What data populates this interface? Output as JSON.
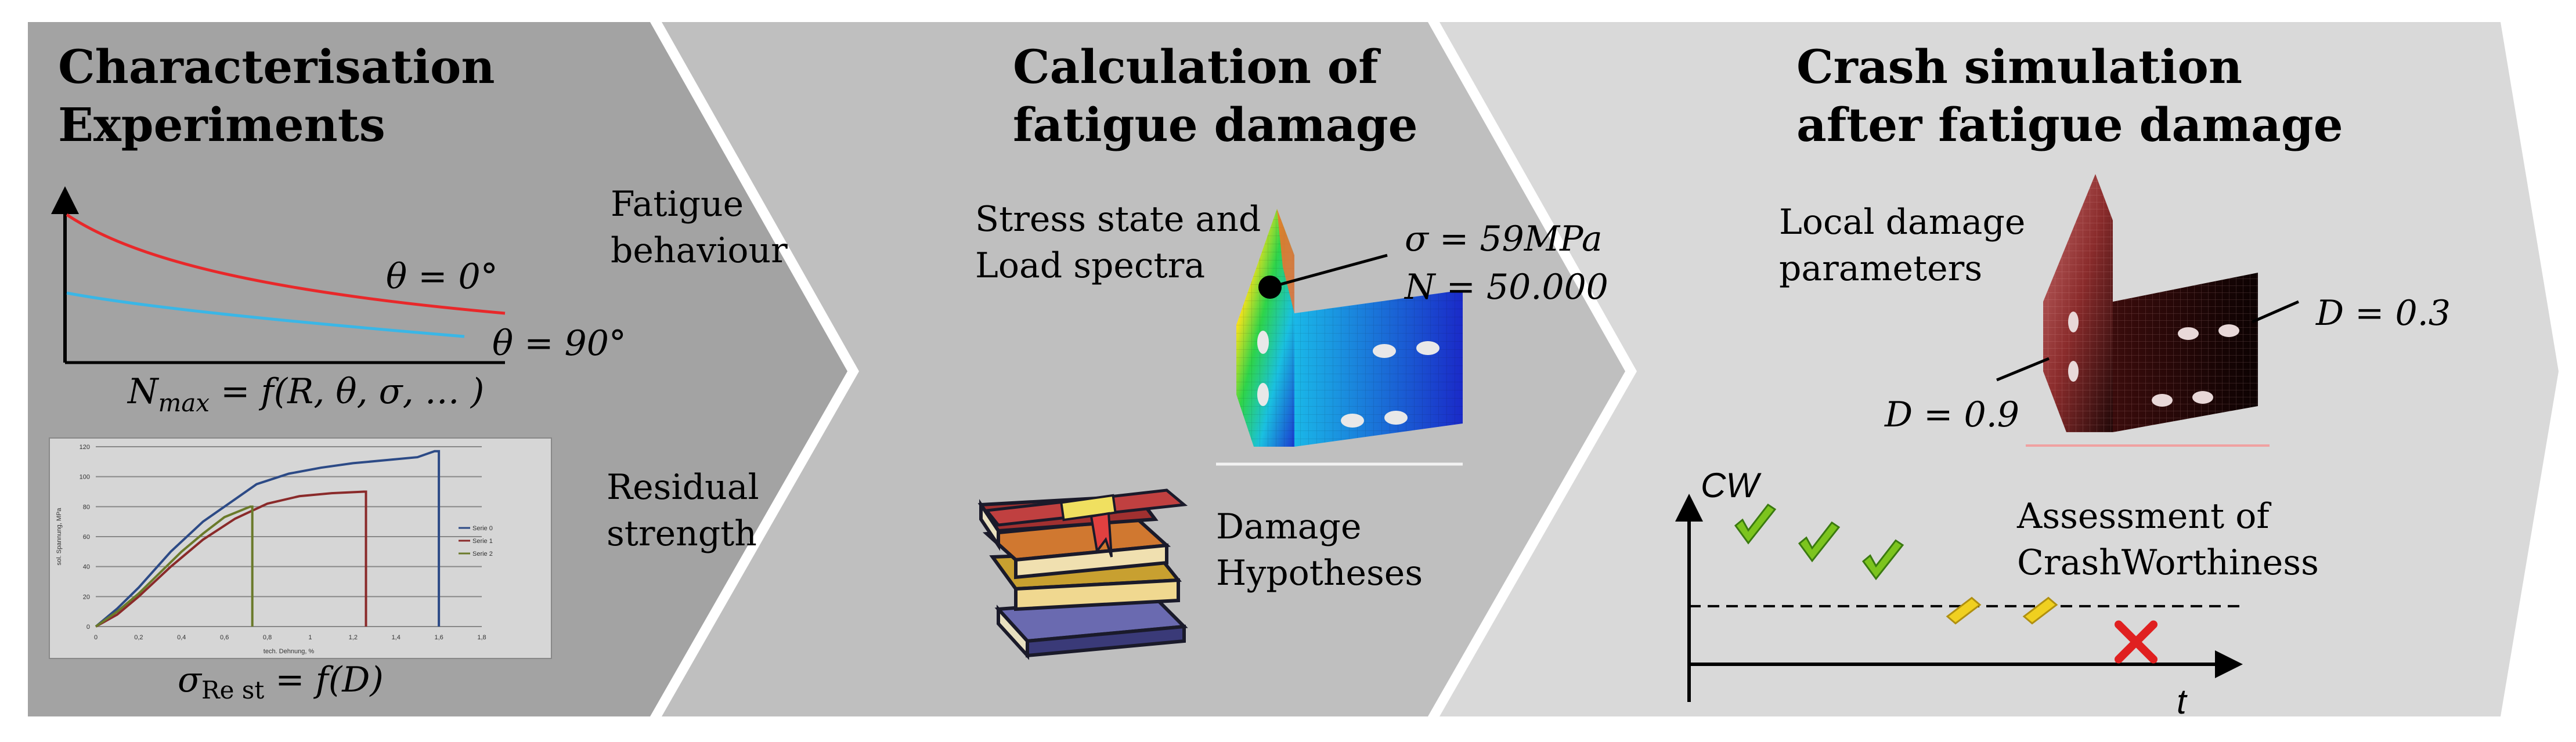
{
  "panels": [
    {
      "title_lines": [
        "Characterisation",
        "Experiments"
      ],
      "labels": {
        "fatigue": [
          "Fatigue",
          "behaviour"
        ],
        "residual": [
          "Residual",
          "strength"
        ]
      },
      "fatigue_plot": {
        "curve_labels": [
          "θ = 0°",
          "θ = 90°"
        ],
        "formula": "N_max = f(R, θ, σ, ...)",
        "formula_main": "N",
        "formula_sub": "max",
        "formula_rest": " = f(R, θ, σ, … )",
        "colors": {
          "red": "#e8282a",
          "blue": "#3ab6e6"
        }
      },
      "residual_chart": {
        "formula_main": "σ",
        "formula_sub": "Re st",
        "formula_rest": " = f(D)",
        "chart_data": {
          "type": "line",
          "xlabel": "tech. Dehnung, %",
          "ylabel": "sol. Spannung, MPa",
          "xlim": [
            0,
            1.8
          ],
          "ylim": [
            0,
            120
          ],
          "x_ticks": [
            "0",
            "0,2",
            "0,4",
            "0,6",
            "0,8",
            "1",
            "1,2",
            "1,4",
            "1,6",
            "1,8"
          ],
          "y_ticks": [
            "0",
            "20",
            "40",
            "60",
            "80",
            "100",
            "120"
          ],
          "series": [
            {
              "name": "Serie 0",
              "color": "#2c4a86",
              "x": [
                0,
                0.1,
                0.2,
                0.35,
                0.5,
                0.6,
                0.75,
                0.9,
                1.05,
                1.2,
                1.35,
                1.5,
                1.58,
                1.6,
                1.6
              ],
              "y": [
                0,
                12,
                26,
                50,
                70,
                80,
                95,
                102,
                106,
                109,
                111,
                113,
                117,
                117,
                0
              ]
            },
            {
              "name": "Serie 1",
              "color": "#8a2a2a",
              "x": [
                0,
                0.1,
                0.2,
                0.35,
                0.5,
                0.65,
                0.8,
                0.95,
                1.1,
                1.25,
                1.26,
                1.26
              ],
              "y": [
                0,
                8,
                20,
                40,
                58,
                72,
                82,
                87,
                89,
                90,
                90,
                0
              ]
            },
            {
              "name": "Serie 2",
              "color": "#6a7a2a",
              "x": [
                0,
                0.1,
                0.2,
                0.3,
                0.4,
                0.5,
                0.6,
                0.72,
                0.73,
                0.73
              ],
              "y": [
                0,
                10,
                22,
                36,
                50,
                62,
                73,
                80,
                80,
                0
              ]
            }
          ]
        }
      }
    },
    {
      "title_lines": [
        "Calculation of",
        "fatigue damage"
      ],
      "stress_label": [
        "Stress state and",
        "Load spectra"
      ],
      "sigma_text": "σ = 59MPa",
      "n_text": "N = 50.000",
      "damage_label": [
        "Damage",
        "Hypotheses"
      ]
    },
    {
      "title_lines": [
        "Crash simulation",
        "after fatigue damage"
      ],
      "local_label": [
        "Local damage",
        "parameters"
      ],
      "d1_text": "D = 0.3",
      "d2_text": "D = 0.9",
      "assessment_label": [
        "Assessment of",
        "CrashWorthiness"
      ],
      "axis_y": "CW",
      "axis_x": "t",
      "crash_chart": {
        "marks": [
          {
            "kind": "check",
            "x": 1,
            "y": 3
          },
          {
            "kind": "check",
            "x": 2,
            "y": 2.6
          },
          {
            "kind": "check",
            "x": 3,
            "y": 2.2
          },
          {
            "kind": "warn",
            "x": 4.3,
            "y": 1.2
          },
          {
            "kind": "warn",
            "x": 5.5,
            "y": 1.2
          },
          {
            "kind": "cross",
            "x": 7,
            "y": 0.5
          }
        ],
        "threshold": 1.3,
        "colors": {
          "check": "#7cc41e",
          "warn": "#f0d020",
          "cross": "#e02020"
        }
      }
    }
  ]
}
